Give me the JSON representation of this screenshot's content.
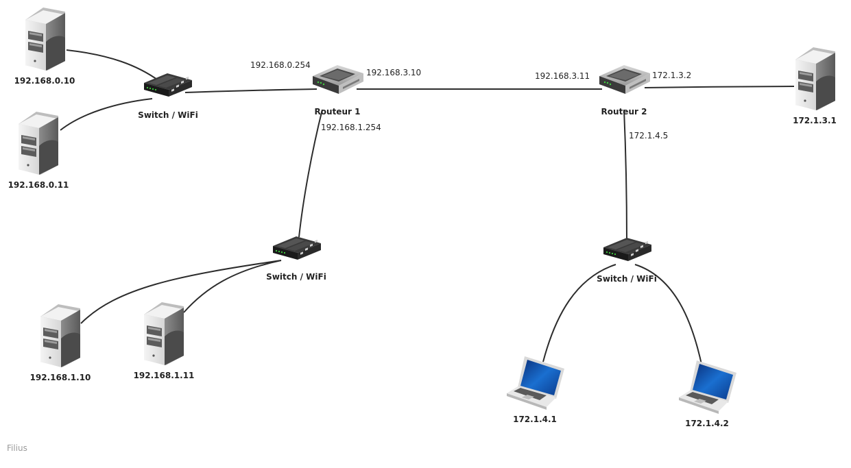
{
  "nodes": {
    "server_a": {
      "label": "192.168.0.10",
      "icon": "server-icon"
    },
    "server_b": {
      "label": "192.168.0.11",
      "icon": "server-icon"
    },
    "switch_a": {
      "label": "Switch / WiFi",
      "icon": "switch-icon"
    },
    "router_1": {
      "label": "Routeur 1",
      "icon": "router-icon"
    },
    "router_2": {
      "label": "Routeur 2",
      "icon": "router-icon"
    },
    "server_c": {
      "label": "172.1.3.1",
      "icon": "server-icon"
    },
    "switch_b": {
      "label": "Switch / WiFi",
      "icon": "switch-icon"
    },
    "server_d": {
      "label": "192.168.1.10",
      "icon": "server-icon"
    },
    "server_e": {
      "label": "192.168.1.11",
      "icon": "server-icon"
    },
    "switch_c": {
      "label": "Switch / WiFi",
      "icon": "switch-icon"
    },
    "laptop_a": {
      "label": "172.1.4.1",
      "icon": "laptop-icon"
    },
    "laptop_b": {
      "label": "172.1.4.2",
      "icon": "laptop-icon"
    }
  },
  "interfaces": {
    "r1_lan0": "192.168.0.254",
    "r1_wan": "192.168.3.10",
    "r1_lan1": "192.168.1.254",
    "r2_wan": "192.168.3.11",
    "r2_net3": "172.1.3.2",
    "r2_net4": "172.1.4.5"
  },
  "watermark": "Filius",
  "colors": {
    "link": "#2c2c2c",
    "screen": "#1a6fd0"
  }
}
